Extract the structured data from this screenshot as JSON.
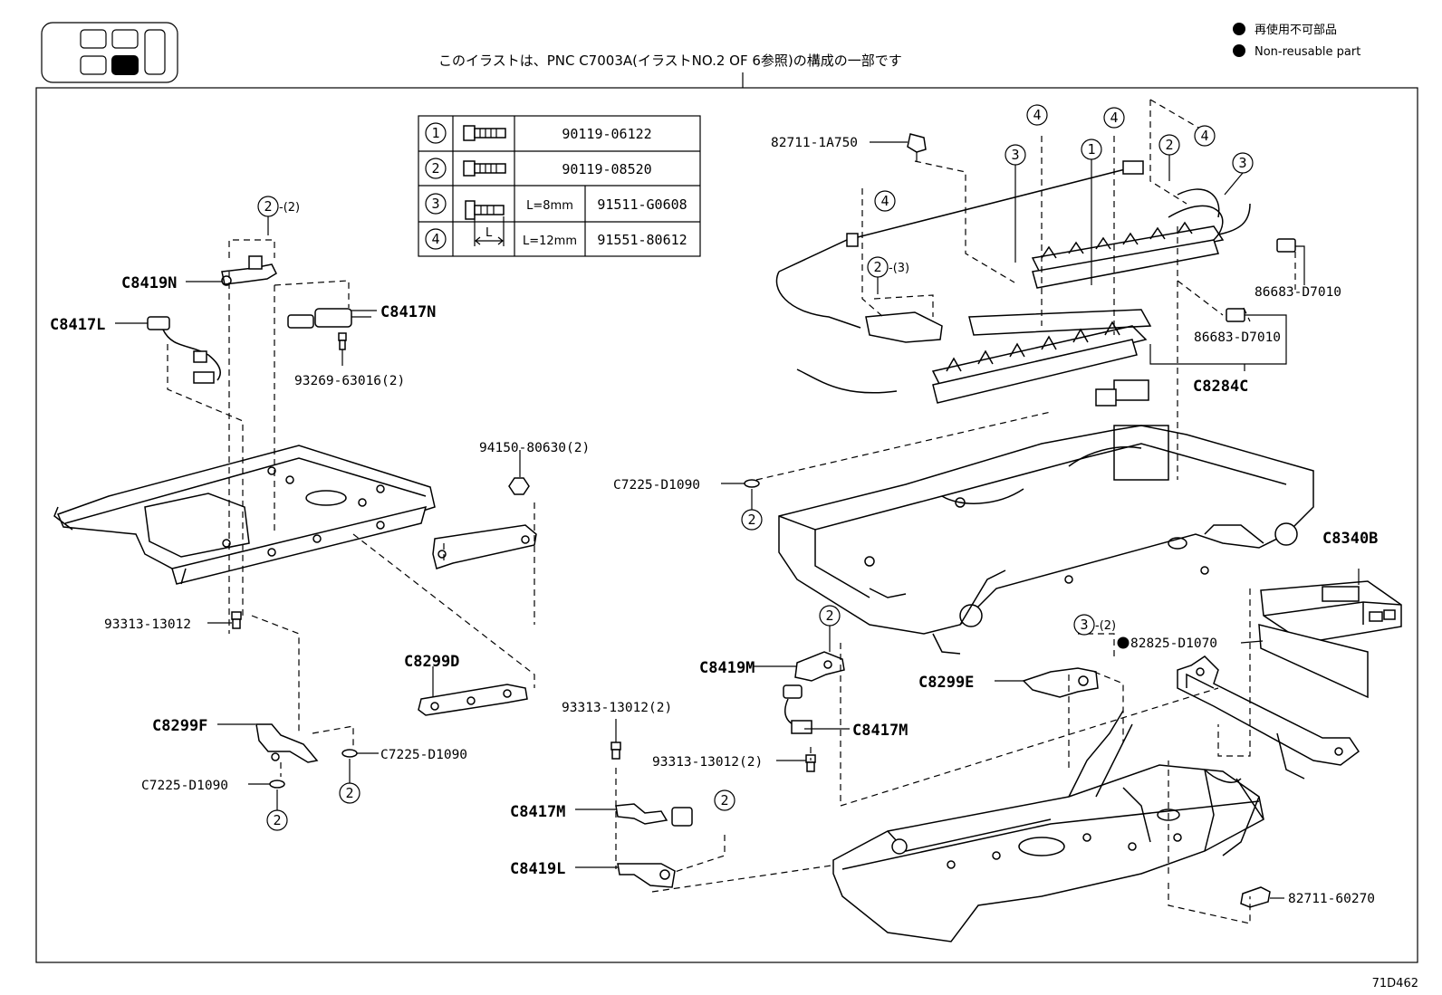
{
  "header": {
    "note": "このイラストは、PNC C7003A(イラストNO.2 OF 6参照)の構成の一部です",
    "legend": [
      {
        "text": "再使用不可部品"
      },
      {
        "text": "Non-reusable part"
      }
    ]
  },
  "bolt_table": {
    "rows": [
      {
        "num": "1",
        "size": "",
        "part": "90119-06122"
      },
      {
        "num": "2",
        "size": "",
        "part": "90119-08520"
      },
      {
        "num": "3",
        "size": "L=8mm",
        "part": "91511-G0608"
      },
      {
        "num": "4",
        "size": "L=12mm",
        "part": "91551-80612"
      }
    ],
    "dim_label": "L"
  },
  "callouts": {
    "c8419n": "C8419N",
    "c8417l": "C8417L",
    "c8417n": "C8417N",
    "p93269": "93269-63016(2)",
    "p94150": "94150-80630(2)",
    "p93313a": "93313-13012",
    "c8299d": "C8299D",
    "c8299f": "C8299F",
    "c7225a": "C7225-D1090",
    "c7225b": "C7225-D1090",
    "c7225c": "C7225-D1090",
    "p93313b": "93313-13012(2)",
    "p93313c": "93313-13012(2)",
    "c8417m_a": "C8417M",
    "c8419l": "C8419L",
    "c8419m": "C8419M",
    "c8417m_b": "C8417M",
    "c8299e": "C8299E",
    "c8340b": "C8340B",
    "p82825": "82825-D1070",
    "p82711b": "82711-60270",
    "p82711a": "82711-1A750",
    "p86683a": "86683-D7010",
    "p86683b": "86683-D7010",
    "c8284c": "C8284C"
  },
  "bubbles": {
    "b_2_2": {
      "num": "2",
      "qty": "-(2)"
    },
    "b_2_3": {
      "num": "2",
      "qty": "-(3)"
    },
    "b_3_2": {
      "num": "3",
      "qty": "-(2)"
    },
    "plain": [
      "2",
      "2",
      "2",
      "2",
      "2",
      "4",
      "3",
      "4",
      "1",
      "4",
      "2",
      "3",
      "4"
    ]
  },
  "figure_id": "71D462",
  "colors": {
    "ink": "#000000",
    "paper": "#ffffff"
  }
}
